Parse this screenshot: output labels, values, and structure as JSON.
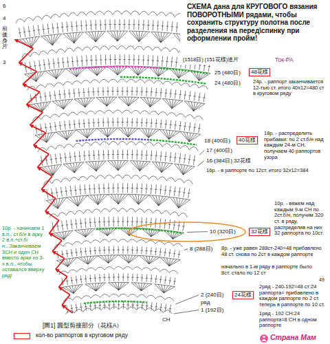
{
  "diagram": {
    "title": "СХЕМА дана для КРУГОВОГО вязания ПОВОРОТНЫМИ рядами, чтобы сохранить структуру полотна после разделения на перед\\спинку при оформлении пройм!",
    "caption": "[圖1] 圓型剪接部分（花樣A）",
    "nodes": [
      {
        "text": [
          "48花樣"
        ]
      },
      {
        "text": [
          "40花樣"
        ]
      },
      {
        "text": [
          "32花樣"
        ]
      },
      {
        "text": [
          "24花樣"
        ]
      }
    ],
    "labels": [
      "6",
      "4",
      "3",
      "前後身片",
      "(1518目) (151花樣)連片",
      "Ток-РА",
      "25 (480目)",
      "24 (480目)",
      "24р. - раппорт заканчивается 12-тью ст. итого 40х12=480 ст в круговом ряду",
      "18 (400目)",
      "18р. - распределить прибавки: по 2 ст.б/н над каждым 24-м СН, получаем 40 раппортов узора",
      "17 (400目)",
      "16 (384目) 32花樣",
      "16р. - в раппорте по 12ст. итого 32х12=384",
      "10р. - вяжем над каждым 9-м СН по 2ст.б/н, получим 320 ст. в ряду, распределив на них 32 раппорта по 10ст.",
      "10 (320目)",
      "8 (288目)",
      "8р. - уже равен 288ст-240=48 прибавлено 48 ст. снова по 2ст в каждом раппорте",
      "начально в 1-м ряду в раппорте было 8ст. стало по 12 ст",
      "10р. - начинаем 1 в.п., ст.б/н в арку 2 в.п.+ст.б/н...Заканчиваем 3СН и один СН вместо арки из 3-х в.п., чтобы оставался вверху ряд!",
      "2 (240目)",
      "ряд",
      "1 (192目)",
      "СН",
      "2ряд - 240-192=48 ст:24 раппорта= прибавлено в каждом раппорте по 2 ст. теперь в раппорте по 10 ст.",
      "1ряд - 192 СН:24 раппорта=8 СН в одном раппорте",
      "49",
      "Страна Мам"
    ],
    "legend": [
      {
        "text": "кол-во раппортов в круговом ряду"
      }
    ]
  }
}
